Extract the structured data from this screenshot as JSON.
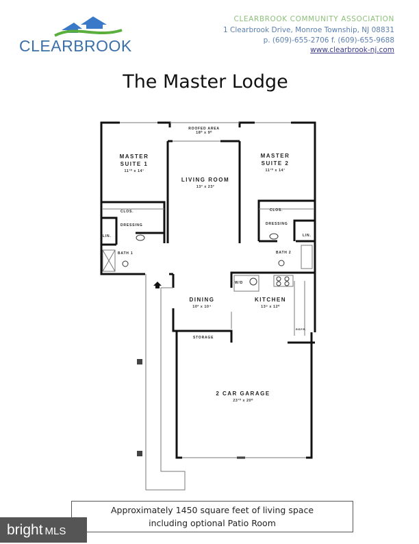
{
  "header": {
    "logo_text": "CLEARBROOK",
    "association": "CLEARBROOK COMMUNITY ASSOCIATION",
    "address": "1 Clearbrook Drive, Monroe Township, NJ 08831",
    "phone": "p. (609)-655-2706 f. (609)-655-9688",
    "website": "www.clearbrook-nj.com"
  },
  "title": "The Master Lodge",
  "rooms": {
    "roofed_area": {
      "label": "ROOFED AREA",
      "dim": "18⁰ x 9⁰"
    },
    "master1": {
      "label1": "MASTER",
      "label2": "SUITE 1",
      "dim": "11¹⁰ x 14¹"
    },
    "master2": {
      "label1": "MASTER",
      "label2": "SUITE 2",
      "dim": "11¹⁰ x 14¹"
    },
    "living": {
      "label": "LIVING ROOM",
      "dim": "13² x 23²"
    },
    "clos": "CLOS.",
    "dressing": "DRESSING",
    "lin": "LIN.",
    "bath1": "BATH 1",
    "bath2": "BATH 2",
    "dining": {
      "label": "DINING",
      "dim": "10² x 10⁴"
    },
    "kitchen": {
      "label": "KITCHEN",
      "dim": "13⁸ x 12⁰"
    },
    "storage": "STORAGE",
    "wd": "W/D",
    "refr": "REFR.",
    "garage": {
      "label": "2 CAR GARAGE",
      "dim": "23¹⁰ x 20⁰"
    }
  },
  "footer": {
    "line1": "Approximately 1450 square feet of living space",
    "line2": "including optional Patio Room"
  },
  "badge": {
    "brand": "bright",
    "suffix": "MLS"
  }
}
